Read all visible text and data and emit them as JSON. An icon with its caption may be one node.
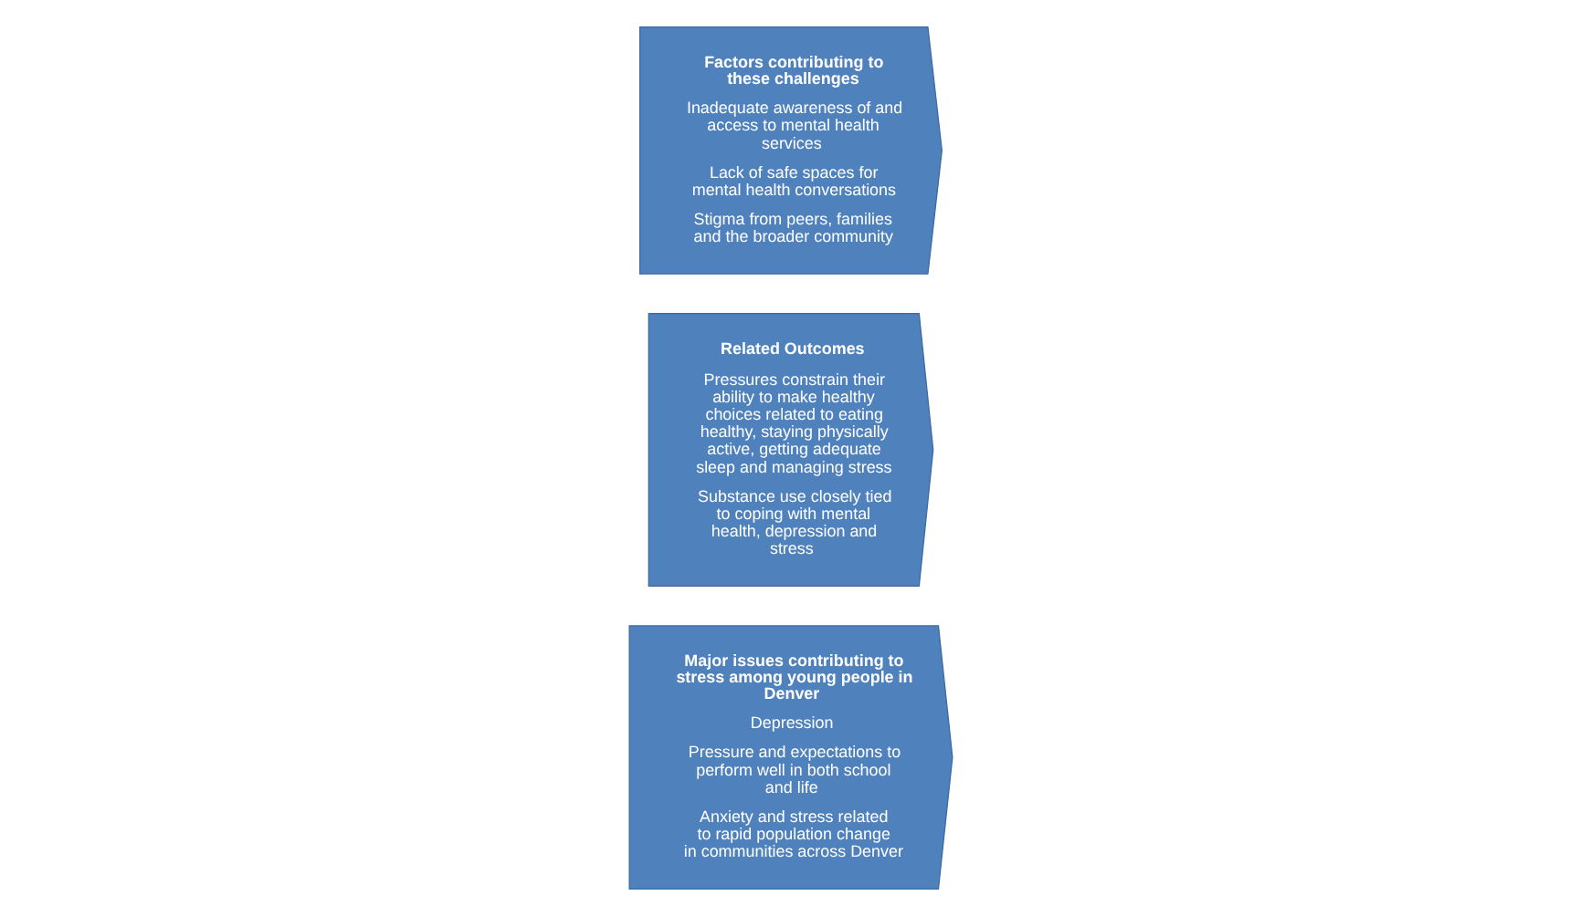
{
  "diagram": {
    "nodes": [
      {
        "text": [
          "Major issues contributing to stress among young people in Denver",
          "Depression",
          "Pressure and expectations to perform well in both school and life",
          "Anxiety and stress related to rapid population change in communities across Denver"
        ]
      },
      {
        "text": [
          "Related Outcomes",
          "Pressures constrain their ability to make healthy choices related to eating healthy, staying physically active, getting adequate sleep and managing stress",
          "Substance use closely tied to coping with mental health, depression and stress"
        ]
      },
      {
        "text": [
          "Factors contributing to these challenges",
          "Inadequate awareness of and access to mental health services",
          "Lack of safe spaces for mental health conversations",
          "Stigma from peers, families and the broader community"
        ]
      }
    ],
    "edges": []
  }
}
